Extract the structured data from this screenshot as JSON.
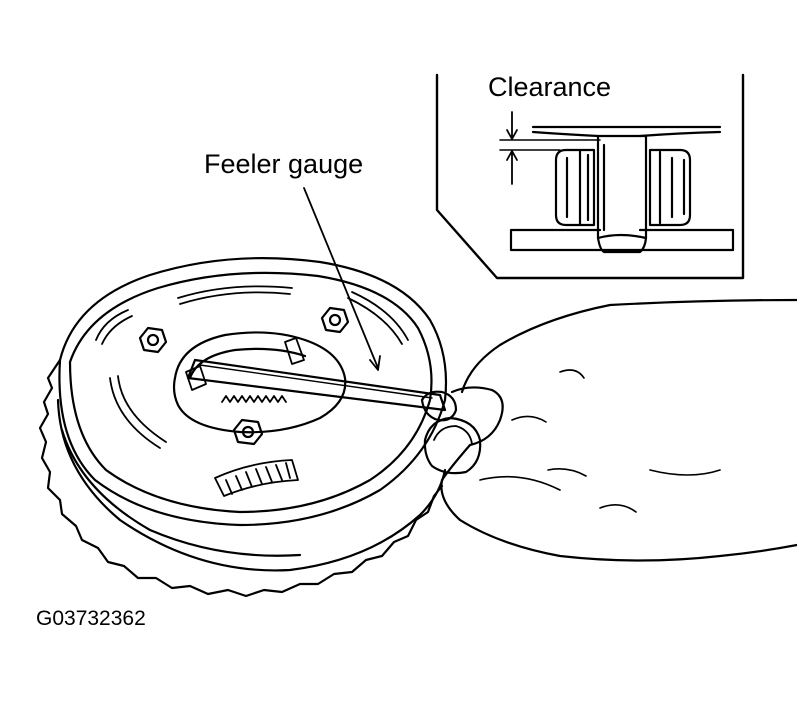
{
  "labels": {
    "clearance": "Clearance",
    "feeler_gauge": "Feeler gauge",
    "figure_id": "G03732362"
  },
  "colors": {
    "ink": "#000000",
    "paper": "#ffffff"
  }
}
